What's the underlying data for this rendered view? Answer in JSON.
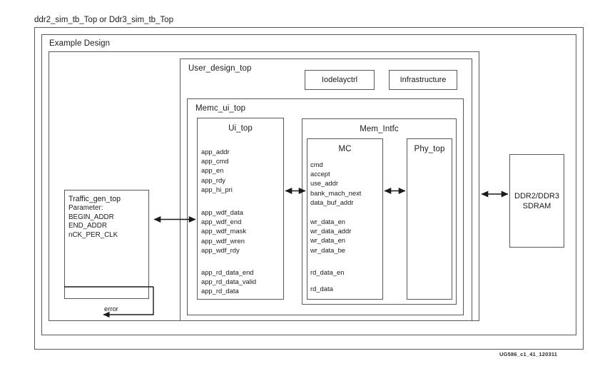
{
  "figure": {
    "caption_top": "ddr2_sim_tb_Top or Ddr3_sim_tb_Top",
    "footer_id": "UG586_c1_41_120311"
  },
  "boxes": {
    "example_design": {
      "label": "Example Design"
    },
    "user_design_top": {
      "label": "User_design_top"
    },
    "memc_ui_top": {
      "label": "Memc_ui_top"
    },
    "ui_top": {
      "label": "Ui_top"
    },
    "mem_intfc": {
      "label": "Mem_Intfc"
    },
    "mc": {
      "label": "MC"
    },
    "phy_top": {
      "label": "Phy_top"
    },
    "iodelayctrl": {
      "label": "Iodelayctrl"
    },
    "infrastructure": {
      "label": "Infrastructure"
    },
    "sdram": {
      "label": "DDR2/DDR3\nSDRAM",
      "line1": "DDR2/DDR3",
      "line2": "SDRAM"
    },
    "traffic_gen_top": {
      "label": "Traffic_gen_top",
      "parameter_heading": "Parameter:",
      "parameters": [
        "BEGIN_ADDR",
        "END_ADDR",
        "nCK_PER_CLK"
      ]
    }
  },
  "signals": {
    "ui_top": {
      "group1": [
        "app_addr",
        "app_cmd",
        "app_en",
        "app_rdy",
        "app_hi_pri"
      ],
      "group2": [
        "app_wdf_data",
        "app_wdf_end",
        "app_wdf_mask",
        "app_wdf_wren",
        "app_wdf_rdy"
      ],
      "group3": [
        "app_rd_data_end",
        "app_rd_data_valid",
        "app_rd_data"
      ]
    },
    "mc": {
      "group1": [
        "cmd",
        "accept",
        "use_addr",
        "bank_mach_next",
        "data_buf_addr"
      ],
      "group2": [
        "wr_data_en",
        "wr_data_addr",
        "wr_data_en",
        "wr_data_be"
      ],
      "group3": [
        "rd_data_en"
      ],
      "group4": [
        "rd_data"
      ]
    }
  },
  "connections": {
    "error_label": "error"
  },
  "colors": {
    "stroke": "#59595b",
    "text": "#1a1a1a",
    "background": "#ffffff"
  }
}
